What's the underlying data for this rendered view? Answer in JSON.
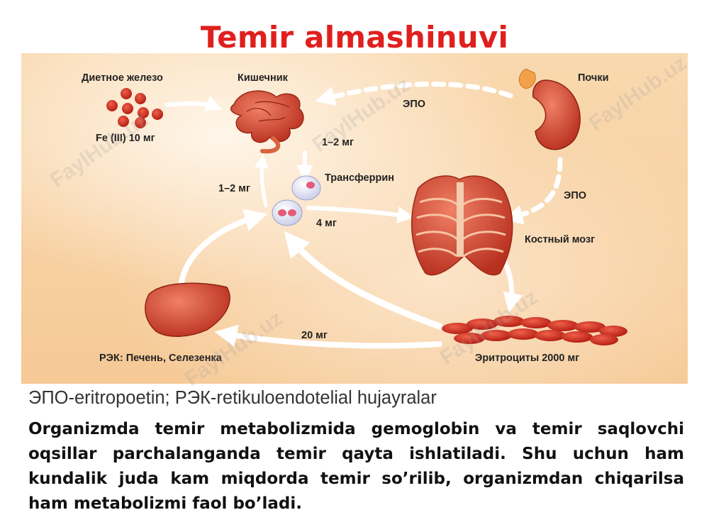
{
  "title": "Temir almashinuvi",
  "diagram": {
    "labels": {
      "dietary_iron": "Диетное железо",
      "intestine": "Кишечник",
      "kidneys": "Почки",
      "epo_top": "ЭПО",
      "dose_1_2_right": "1–2 мг",
      "fe_amount": "Fe (III) 10 мг",
      "transferrin": "Трансферрин",
      "dose_1_2_left": "1–2 мг",
      "epo_right": "ЭПО",
      "dose_4": "4 мг",
      "bone_marrow": "Костный мозг",
      "dose_20": "20 мг",
      "res_liver_spleen": "РЭК: Печень, Селезенка",
      "erythrocytes": "Эритроциты 2000 мг"
    },
    "watermark": "FaylHub.uz",
    "colors": {
      "arrow": "#ffffff",
      "organ": "#d9452c",
      "cells": "#cc2a1c"
    }
  },
  "legend": "ЭПО-eritropoetin; РЭК-retikuloendotelial hujayralar",
  "body_text": "Organizmda temir metabolizmida gemoglobin va temir saqlovchi oqsillar parchalanganda temir qayta ishlatiladi.  Shu uchun ham kundalik juda kam miqdorda temir so’rilib, organizmdan chiqarilsa ham metabolizmi faol bo’ladi."
}
